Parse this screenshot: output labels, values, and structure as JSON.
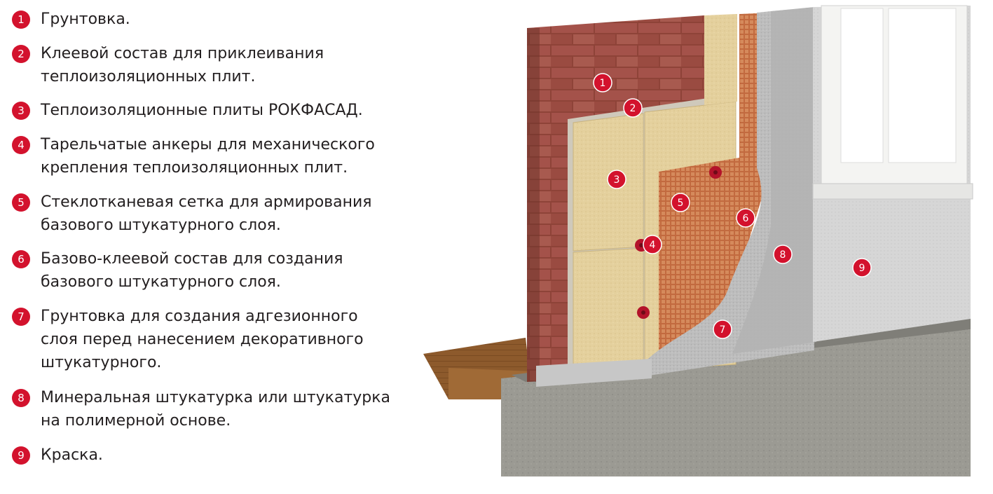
{
  "legend": {
    "items": [
      {
        "num": "1",
        "lines": [
          "Грунтовка."
        ]
      },
      {
        "num": "2",
        "lines": [
          "Клеевой состав для приклеивания",
          "теплоизоляционных плит."
        ]
      },
      {
        "num": "3",
        "lines": [
          "Теплоизоляционные плиты РОКФАСАД."
        ]
      },
      {
        "num": "4",
        "lines": [
          "Тарельчатые анкеры для механического",
          "крепления теплоизоляционных плит."
        ]
      },
      {
        "num": "5",
        "lines": [
          "Стеклотканевая сетка для армирования",
          "базового штукатурного слоя."
        ]
      },
      {
        "num": "6",
        "lines": [
          "Базово-клеевой состав для создания",
          "базового штукатурного слоя."
        ]
      },
      {
        "num": "7",
        "lines": [
          "Грунтовка для создания адгезионного",
          "слоя перед нанесением декоративного",
          "штукатурного."
        ]
      },
      {
        "num": "8",
        "lines": [
          "Минеральная штукатурка или штукатурка",
          "на полимерной основе."
        ]
      },
      {
        "num": "9",
        "lines": [
          "Краска."
        ]
      }
    ]
  },
  "diagram": {
    "markers": [
      "1",
      "2",
      "3",
      "4",
      "5",
      "6",
      "7",
      "8",
      "9"
    ]
  },
  "colors": {
    "accent": "#d3122d",
    "brick": "#9b4a3e",
    "insulation": "#e3cf9a",
    "mesh": "#c9683f",
    "plaster": "#bfbfbf",
    "paint": "#d9d9d9",
    "concrete": "#9a9a94",
    "wood": "#8b5a2b"
  }
}
